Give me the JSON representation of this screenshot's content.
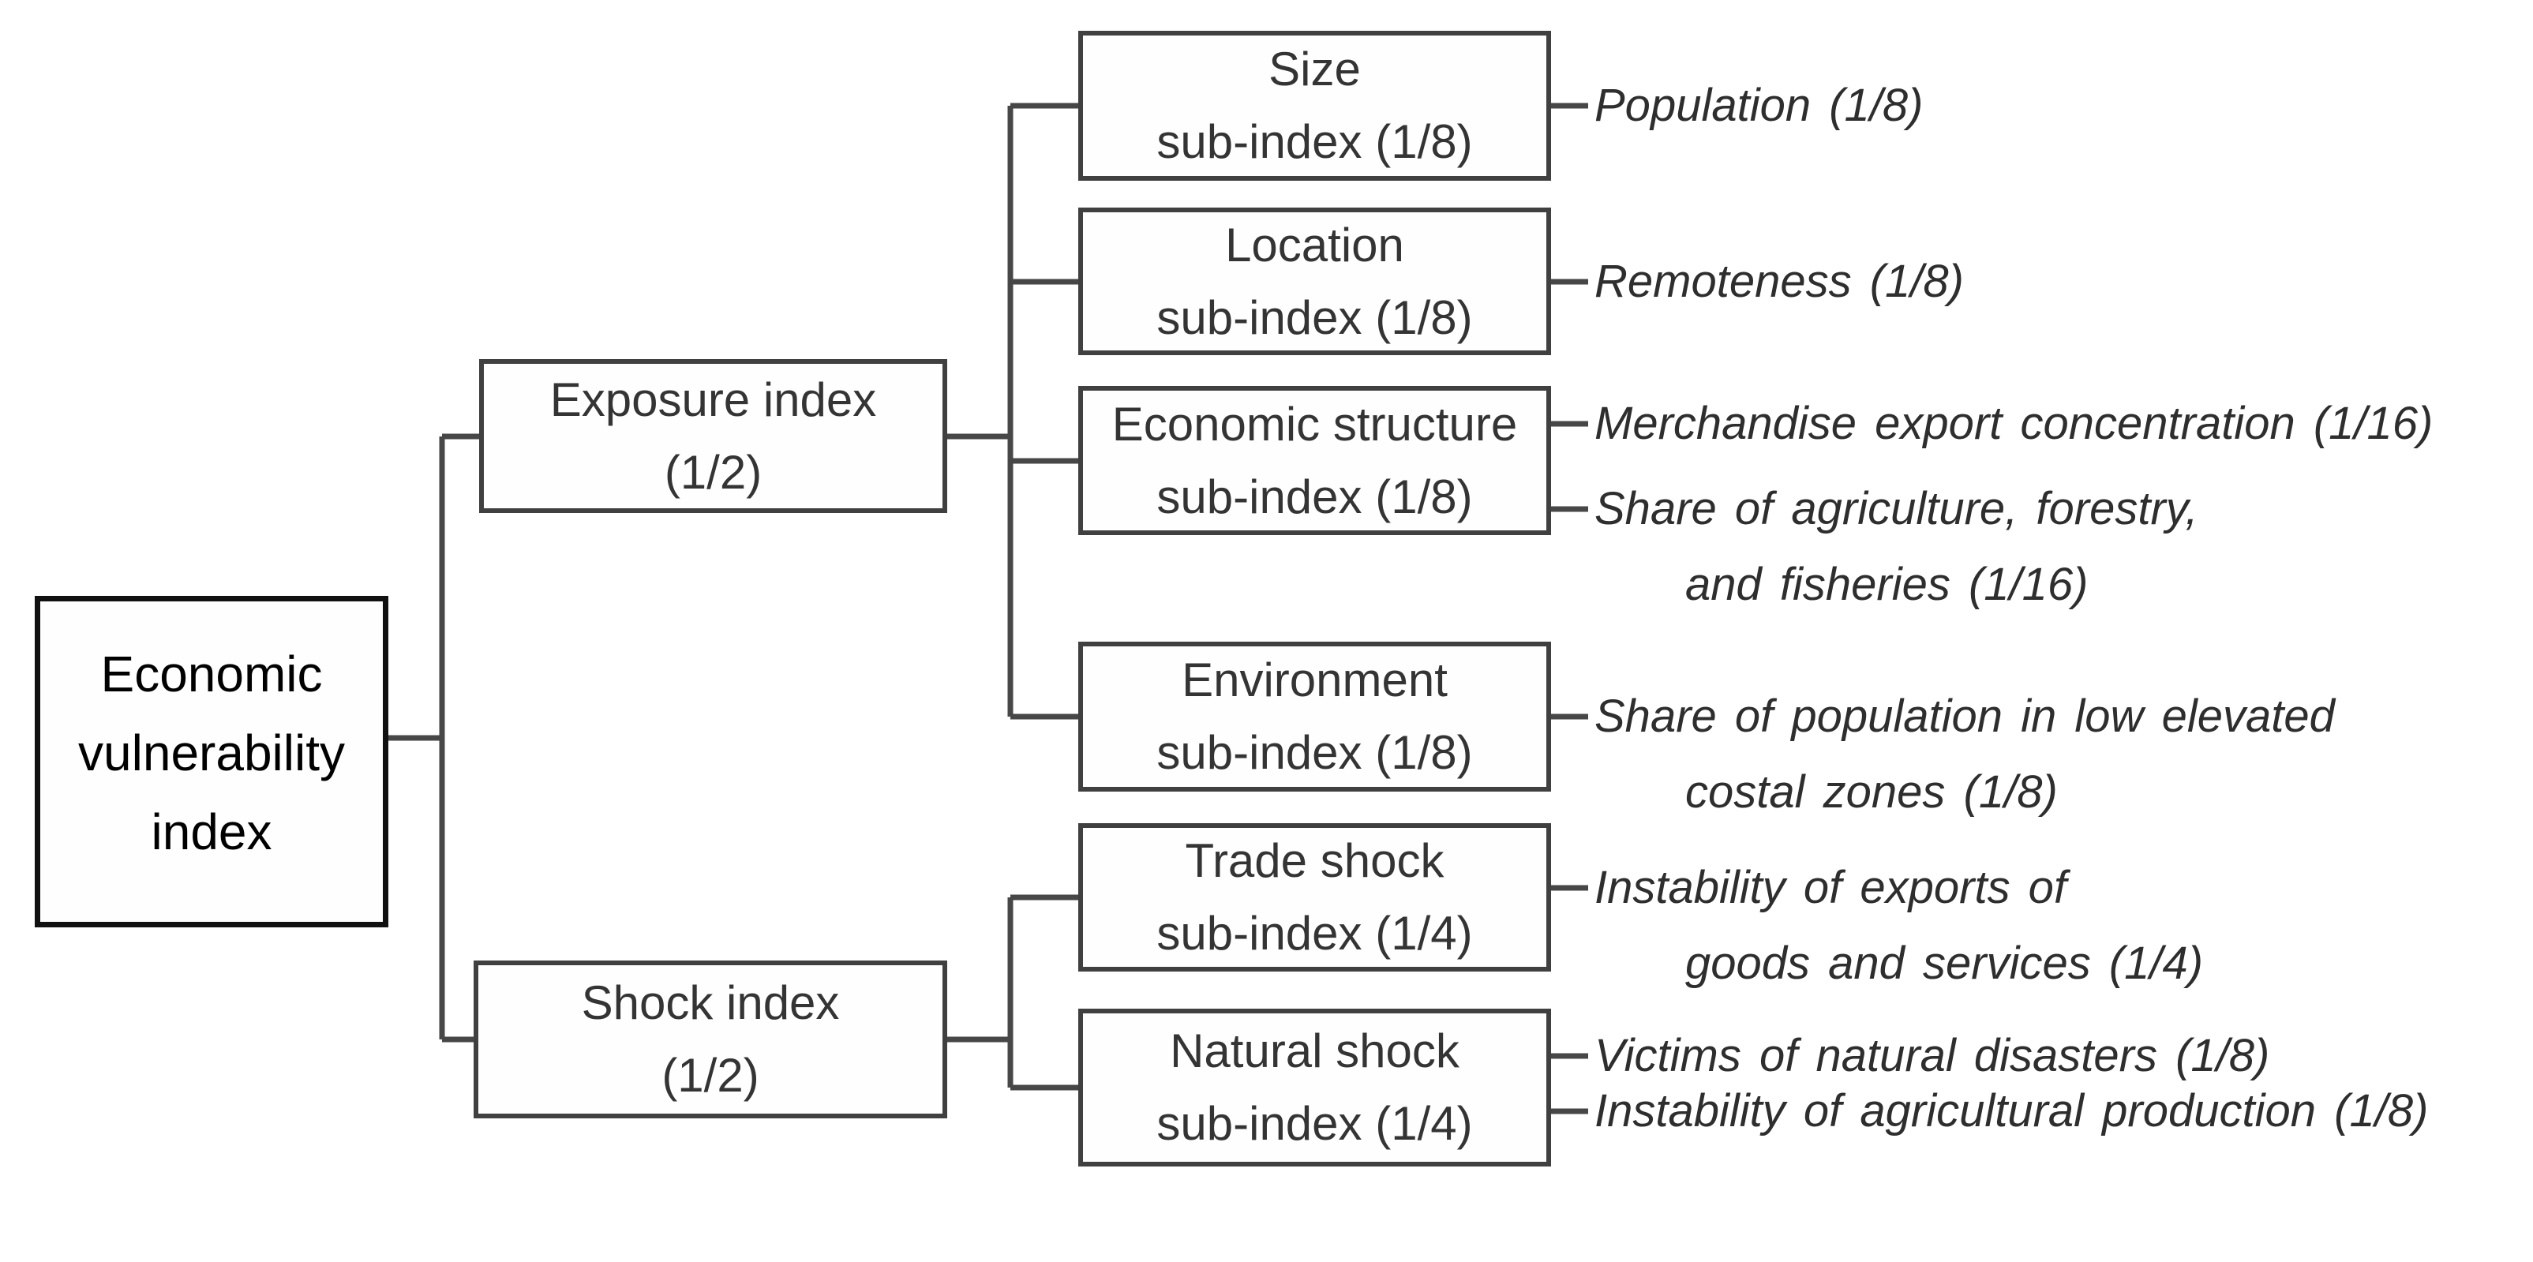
{
  "diagram": {
    "root": {
      "line1": "Economic",
      "line2": "vulnerability",
      "line3": "index"
    },
    "level2": {
      "exposure": {
        "title": "Exposure index",
        "weight": "(1/2)"
      },
      "shock": {
        "title": "Shock index",
        "weight": "(1/2)"
      }
    },
    "level3": {
      "size": {
        "title": "Size",
        "subtitle": "sub-index (1/8)"
      },
      "location": {
        "title": "Location",
        "subtitle": "sub-index (1/8)"
      },
      "economic": {
        "title": "Economic structure",
        "subtitle": "sub-index (1/8)"
      },
      "environment": {
        "title": "Environment",
        "subtitle": "sub-index (1/8)"
      },
      "trade": {
        "title": "Trade shock",
        "subtitle": "sub-index (1/4)"
      },
      "natural": {
        "title": "Natural shock",
        "subtitle": "sub-index (1/4)"
      }
    },
    "indicators": {
      "population": {
        "line1": "Population (1/8)"
      },
      "remoteness": {
        "line1": "Remoteness (1/8)"
      },
      "merchandise": {
        "line1": "Merchandise export concentration (1/16)"
      },
      "agriculture": {
        "line1": "Share of agriculture, forestry,",
        "line2": "and fisheries (1/16)"
      },
      "lowElevated": {
        "line1": "Share of population in low elevated",
        "line2": "costal zones (1/8)"
      },
      "exportInstability": {
        "line1": "Instability of exports of",
        "line2": "goods and services (1/4)"
      },
      "victims": {
        "line1": "Victims of natural disasters (1/8)"
      },
      "agriInstability": {
        "line1": "Instability of agricultural production (1/8)"
      }
    },
    "colors": {
      "line": "#474747",
      "box_border": "#404040",
      "text": "#343434",
      "background": "#ffffff"
    }
  }
}
